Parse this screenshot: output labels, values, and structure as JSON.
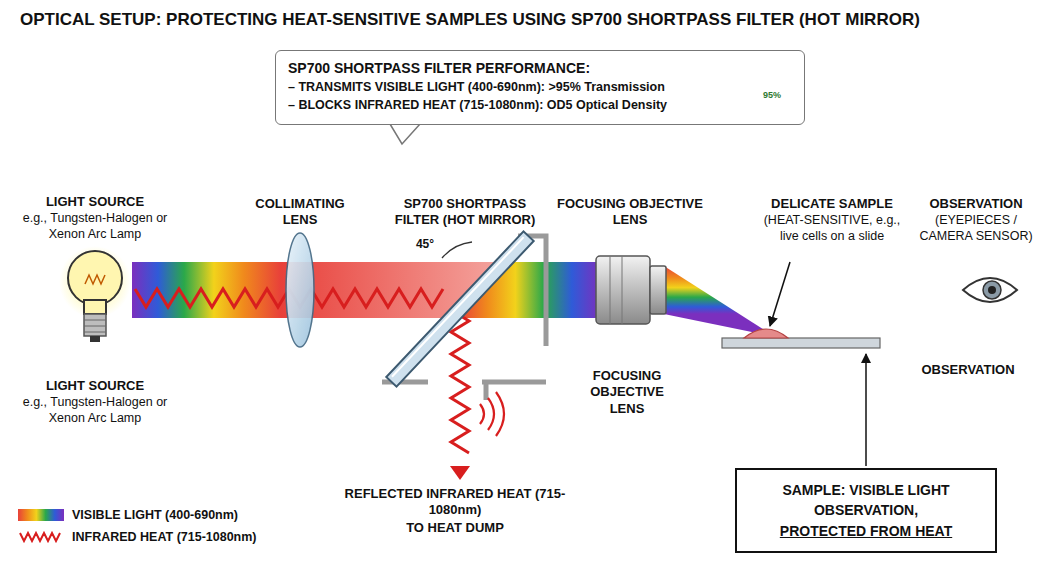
{
  "diagram": {
    "title": "OPTICAL SETUP: PROTECTING HEAT-SENSITIVE SAMPLES USING SP700 SHORTPASS FILTER (HOT MIRROR)",
    "nodes": [
      {
        "text": [
          "SP700 SHORTPASS FILTER PERFORMANCE:",
          "– TRANSMITS VISIBLE LIGHT (400-690nm): >95% Transmission",
          "– BLOCKS INFRARED HEAT (715-1080nm): OD5 Optical Density"
        ]
      },
      {
        "text": [
          "SAMPLE: VISIBLE LIGHT OBSERVATION,",
          "PROTECTED FROM HEAT"
        ]
      }
    ],
    "labels": [
      "LIGHT SOURCE",
      "e.g., Tungsten-Halogen or Xenon Arc Lamp",
      "COLLIMATING LENS",
      "SP700 SHORTPASS FILTER (HOT MIRROR)",
      "45°",
      "FOCUSING OBJECTIVE LENS",
      "DELICATE SAMPLE",
      "(HEAT-SENSITIVE, e.g., live cells on a slide",
      "OBSERVATION",
      "(EYEPIECES / CAMERA SENSOR)",
      "LIGHT SOURCE",
      "e.g., Tungsten-Halogen or Xenon Arc Lamp",
      "FOCUSING OBJECTIVE LENS",
      "OBSERVATION",
      "REFLECTED INFRARED HEAT (715-1080nm)",
      "TO HEAT DUMP",
      "95%"
    ],
    "legend": [
      {
        "text": "VISIBLE LIGHT (400-690nm)"
      },
      {
        "text": "INFRARED HEAT (715-1080nm)"
      }
    ]
  }
}
